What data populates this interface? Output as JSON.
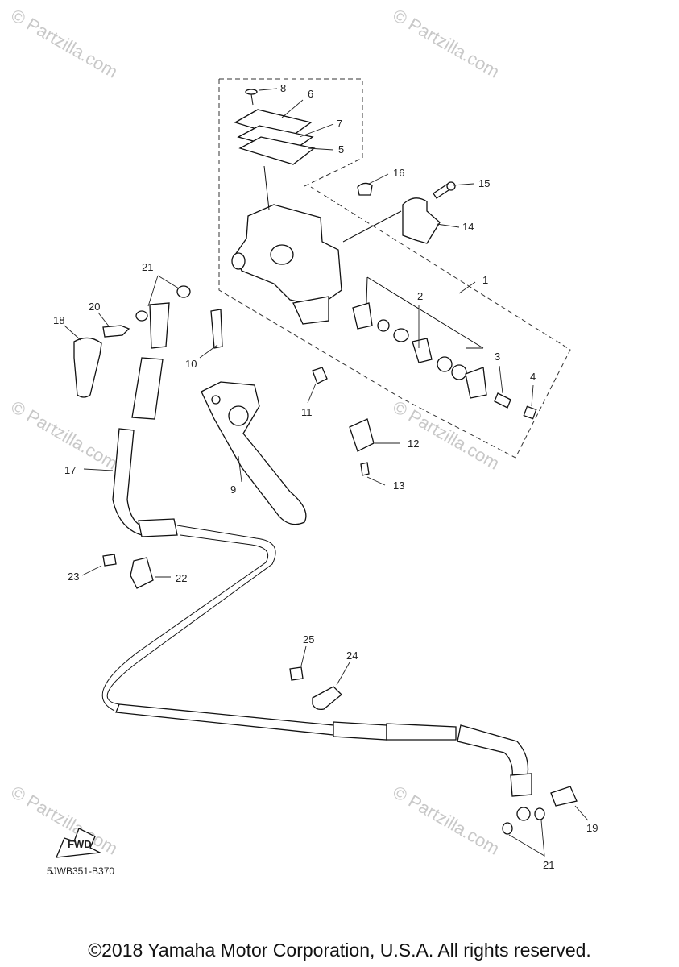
{
  "watermarks": [
    "© Partzilla.com",
    "© Partzilla.com",
    "© Partzilla.com",
    "© Partzilla.com",
    "© Partzilla.com",
    "© Partzilla.com"
  ],
  "callouts": [
    "1",
    "2",
    "3",
    "4",
    "5",
    "6",
    "7",
    "8",
    "9",
    "10",
    "11",
    "12",
    "13",
    "14",
    "15",
    "16",
    "17",
    "18",
    "19",
    "20",
    "21",
    "21",
    "22",
    "23",
    "24",
    "25"
  ],
  "diagram_code": "5JWB351-B370",
  "fwd_label": "FWD",
  "copyright": "©2018 Yamaha Motor Corporation, U.S.A. All rights reserved."
}
